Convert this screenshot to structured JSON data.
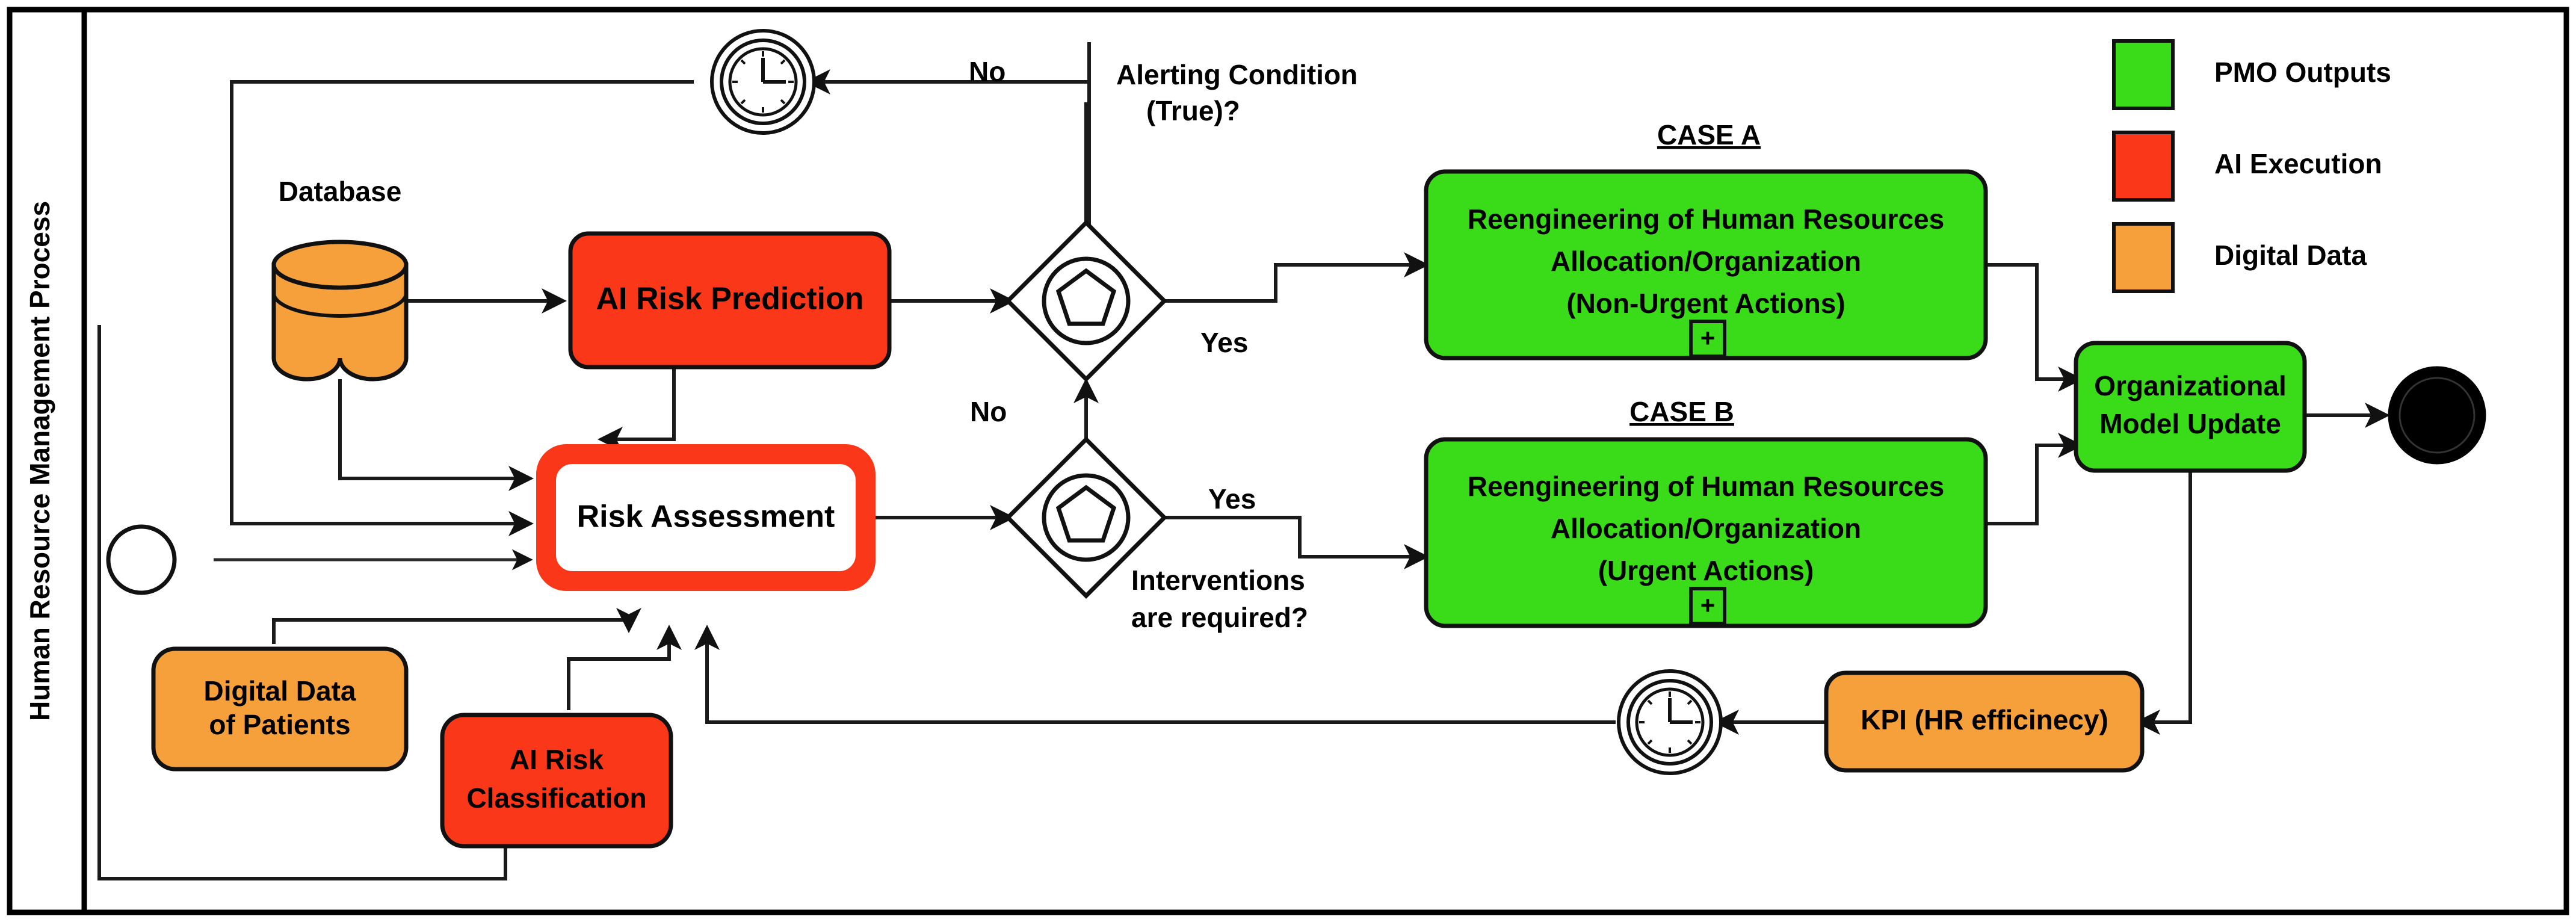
{
  "diagram": {
    "type": "bpmn-process-flow",
    "lane_label": "Human Resource Management Process"
  },
  "legend": {
    "items": [
      {
        "label": "PMO Outputs",
        "color": "#3ADB18"
      },
      {
        "label": "AI Execution",
        "color": "#FA3819"
      },
      {
        "label": "Digital Data",
        "color": "#F6A03C"
      }
    ]
  },
  "nodes": {
    "start_event": {
      "name": "start-event",
      "label": ""
    },
    "database": {
      "label": "Database",
      "color": "#F6A03C"
    },
    "ai_risk_prediction": {
      "label": "AI Risk Prediction",
      "color": "#FA3819"
    },
    "risk_assessment": {
      "label": "Risk Assessment",
      "color": "#FA3819"
    },
    "digital_data_of_patients": {
      "line1": "Digital Data",
      "line2": "of Patients",
      "color": "#F6A03C"
    },
    "ai_risk_classification": {
      "line1": "AI Risk",
      "line2": "Classification",
      "color": "#FA3819"
    },
    "gateway_alerting": {
      "question_line1": "Alerting Condition",
      "question_line2": "(True)?",
      "yes_label": "Yes",
      "no_label": "No"
    },
    "gateway_interventions": {
      "question_line1": "Interventions",
      "question_line2": "are required?",
      "yes_label": "Yes",
      "no_label": "No"
    },
    "case_a": {
      "title": "CASE A",
      "line1": "Reengineering of Human Resources",
      "line2": "Allocation/Organization",
      "line3": "(Non-Urgent Actions)",
      "marker": "+",
      "color": "#3ADB18"
    },
    "case_b": {
      "title": "CASE B",
      "line1": "Reengineering of Human Resources",
      "line2": "Allocation/Organization",
      "line3": "(Urgent Actions)",
      "marker": "+",
      "color": "#3ADB18"
    },
    "organizational_model_update": {
      "line1": "Organizational",
      "line2": "Model Update",
      "color": "#3ADB18"
    },
    "kpi": {
      "label": "KPI (HR efficinecy)",
      "color": "#F6A03C"
    },
    "timer_top": {
      "name": "timer-event-top"
    },
    "timer_bottom": {
      "name": "timer-event-bottom"
    },
    "end_event": {
      "name": "end-event"
    }
  }
}
